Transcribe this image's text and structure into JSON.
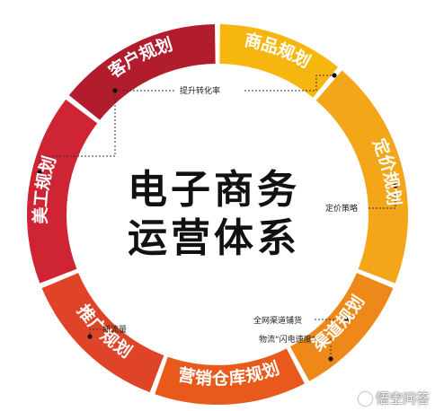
{
  "center": {
    "line1": "电子商务",
    "line2": "运营体系"
  },
  "segments": [
    {
      "label": "商品规划",
      "color": "#f6b60d",
      "start": 0,
      "end": 40
    },
    {
      "label": "定价规划",
      "color": "#f3a618",
      "start": 40,
      "end": 112
    },
    {
      "label": "渠道规划",
      "color": "#ee8818",
      "start": 112,
      "end": 152
    },
    {
      "label": "营销仓库规划",
      "color": "#e85a1c",
      "start": 152,
      "end": 200
    },
    {
      "label": "推广规划",
      "color": "#df4328",
      "start": 200,
      "end": 248
    },
    {
      "label": "美工规划",
      "color": "#cf2434",
      "start": 248,
      "end": 308
    },
    {
      "label": "客户规划",
      "color": "#b21d2e",
      "start": 308,
      "end": 360
    }
  ],
  "annotations": {
    "conversion": "提升转化率",
    "pricing": "定价策略",
    "channel1": "全网渠道铺货",
    "channel2": "物流“闪电速度”",
    "traffic": "抓流量"
  },
  "watermark": "悟空问答"
}
